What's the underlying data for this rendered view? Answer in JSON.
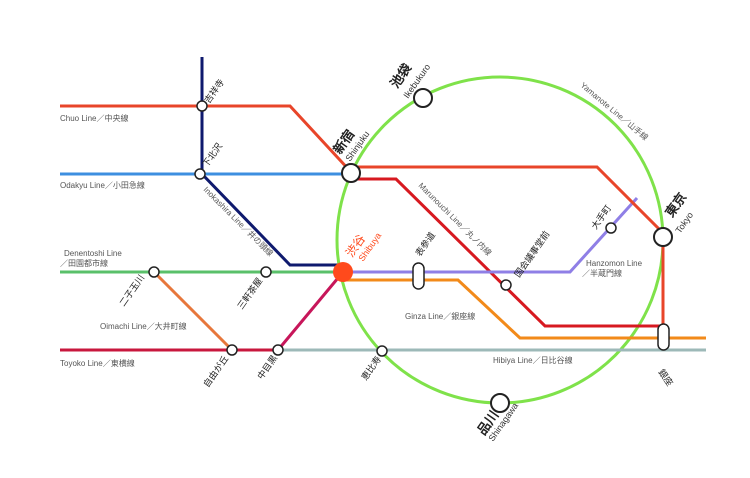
{
  "colors": {
    "chuo": "#e8452a",
    "odakyu": "#3d8fe0",
    "denentoshi": "#5ac06a",
    "toyoko": "#c8173d",
    "inokashira": "#0f1a6e",
    "oimachi": "#e7773b",
    "yamanote": "#7fe24a",
    "marunouchi": "#d71920",
    "ginza": "#f28a1a",
    "hanzomon": "#8f7fe6",
    "hibiya": "#9db9b8",
    "fukutoshin": "#c7165a",
    "shibuya": "#ff4a1c"
  },
  "line_labels": {
    "chuo": "Chuo Line／中央線",
    "odakyu": "Odakyu Line／小田急線",
    "denentoshi_1": "Denentoshi Line",
    "denentoshi_2": "／田園都市線",
    "toyoko": "Toyoko Line／東横線",
    "oimachi": "Oimachi Line／大井町線",
    "inokashira": "Inokashira Line／井の頭線",
    "yamanote": "Yamanote Line／山手線",
    "marunouchi": "Marunouchi Line／丸ノ内線",
    "ginza": "Ginza Line／銀座線",
    "hanzomon_1": "Hanzomon Line",
    "hanzomon_2": "／半蔵門線",
    "hibiya": "Hibiya Line／日比谷線"
  },
  "stations": {
    "kichijoji": "吉祥寺",
    "shimokitazawa": "下北沢",
    "futakotamagawa": "二子玉川",
    "sangenjaya": "三軒茶屋",
    "jiyugaoka": "自由が丘",
    "nakameguro": "中目黒",
    "ebisu": "恵比寿",
    "omotesando": "表参道",
    "kokkaigijidomae": "国会議事堂前",
    "otemachi": "大手町",
    "ginza": "銀座",
    "shinjuku_jp": "新宿",
    "shinjuku_en": "Shinjuku",
    "ikebukuro_jp": "池袋",
    "ikebukuro_en": "Ikebukuro",
    "tokyo_jp": "東京",
    "tokyo_en": "Tokyo",
    "shinagawa_jp": "品川",
    "shinagawa_en": "Shinagawa",
    "shibuya_jp": "渋谷",
    "shibuya_en": "Shibuya"
  }
}
